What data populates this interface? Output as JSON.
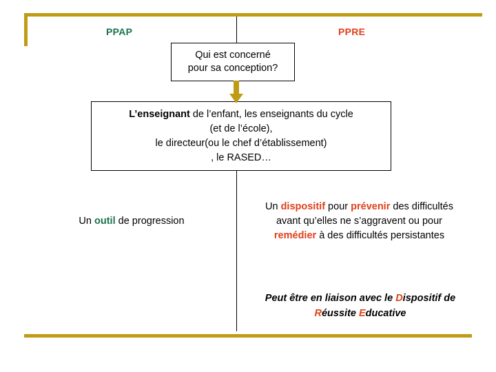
{
  "colors": {
    "gold": "#BF9B16",
    "green": "#19734E",
    "orange": "#E0401A",
    "black": "#000000",
    "background": "#FFFFFF"
  },
  "headers": {
    "left": "PPAP",
    "right": "PPRE"
  },
  "box_who": {
    "line1": "Qui est concerné",
    "line2": "pour sa conception?"
  },
  "box_actors": {
    "line1_strong": "L’enseignant",
    "line1_rest": " de l’enfant, les enseignants du cycle",
    "line2": "(et de l’école),",
    "line3": "le directeur(ou le chef d’établissement)",
    "line4": ", le RASED…"
  },
  "tool_text": {
    "prefix": "Un ",
    "emphasis": "outil",
    "suffix": " de progression"
  },
  "device_text": {
    "part1": "Un ",
    "em1": "dispositif",
    "part2": " pour ",
    "em2": "prévenir",
    "part3": " des difficultés avant qu’elles ne s’aggravent ou pour ",
    "em3": "remédier",
    "part4": " à des difficultés persistantes"
  },
  "liaison_text": {
    "l1_a": "Peut être en liaison avec le ",
    "l1_em": "D",
    "l1_b": "ispositif de",
    "l2_em1": "R",
    "l2_a": "éussite ",
    "l2_em2": "E",
    "l2_b": "ducative"
  },
  "icons": {
    "arrow": "down-arrow-icon"
  }
}
